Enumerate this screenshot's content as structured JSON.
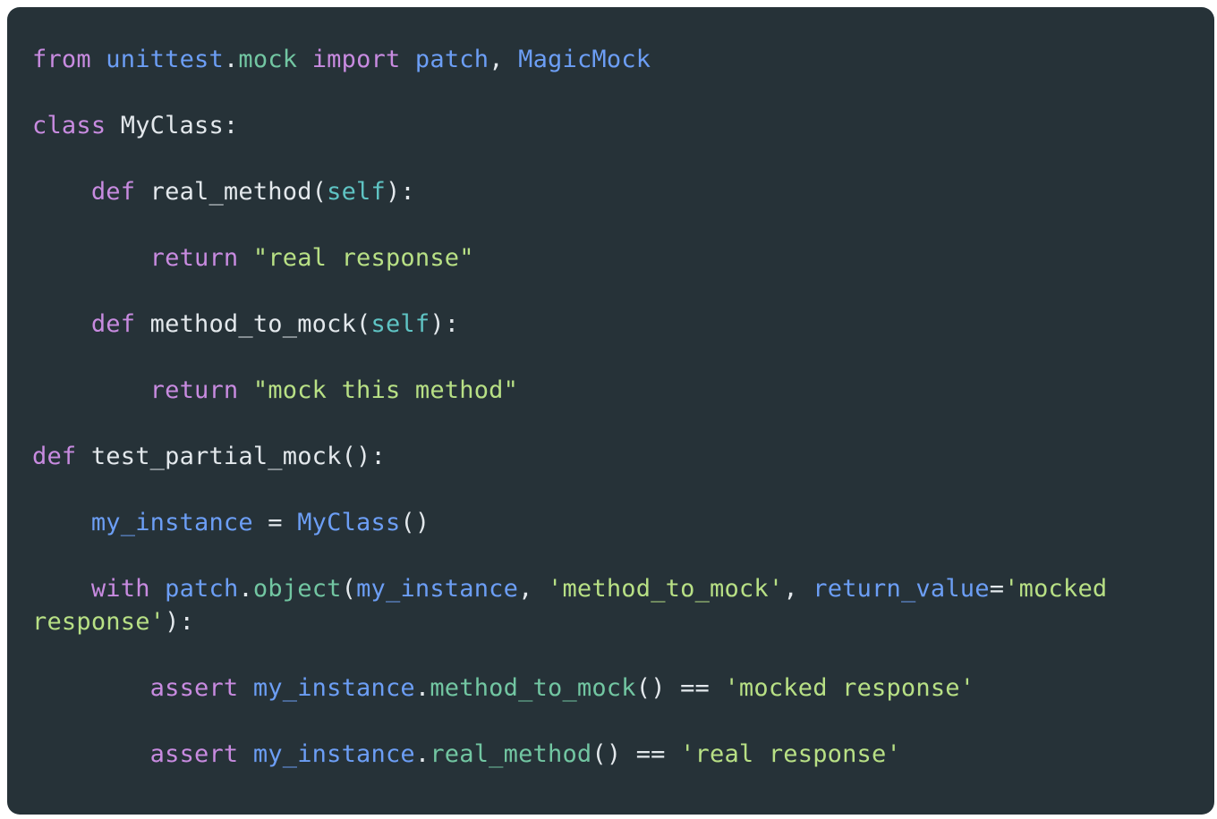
{
  "panel": {
    "background": "#263238",
    "page_background": "#ffffff",
    "language": "python"
  },
  "colors": {
    "keyword": "#c88be0",
    "identifier": "#6c9ef5",
    "property": "#72c6a2",
    "self_param": "#5fc4c4",
    "string": "#b8e085",
    "plain": "#e3e8ec"
  },
  "code": {
    "lines": [
      [
        [
          "kw",
          "from"
        ],
        [
          "pl",
          " "
        ],
        [
          "id",
          "unittest"
        ],
        [
          "pl",
          "."
        ],
        [
          "at",
          "mock"
        ],
        [
          "pl",
          " "
        ],
        [
          "kw",
          "import"
        ],
        [
          "pl",
          " "
        ],
        [
          "id",
          "patch"
        ],
        [
          "pl",
          ", "
        ],
        [
          "id",
          "MagicMock"
        ]
      ],
      [],
      [
        [
          "kw",
          "class"
        ],
        [
          "pl",
          " MyClass:"
        ]
      ],
      [],
      [
        [
          "pl",
          "    "
        ],
        [
          "kw",
          "def"
        ],
        [
          "pl",
          " real_method("
        ],
        [
          "sf",
          "self"
        ],
        [
          "pl",
          "):"
        ]
      ],
      [],
      [
        [
          "pl",
          "        "
        ],
        [
          "kw",
          "return"
        ],
        [
          "pl",
          " "
        ],
        [
          "st",
          "\"real response\""
        ]
      ],
      [],
      [
        [
          "pl",
          "    "
        ],
        [
          "kw",
          "def"
        ],
        [
          "pl",
          " method_to_mock("
        ],
        [
          "sf",
          "self"
        ],
        [
          "pl",
          "):"
        ]
      ],
      [],
      [
        [
          "pl",
          "        "
        ],
        [
          "kw",
          "return"
        ],
        [
          "pl",
          " "
        ],
        [
          "st",
          "\"mock this method\""
        ]
      ],
      [],
      [
        [
          "kw",
          "def"
        ],
        [
          "pl",
          " test_partial_mock():"
        ]
      ],
      [],
      [
        [
          "pl",
          "    "
        ],
        [
          "id",
          "my_instance"
        ],
        [
          "pl",
          " = "
        ],
        [
          "id",
          "MyClass"
        ],
        [
          "pl",
          "()"
        ]
      ],
      [],
      [
        [
          "pl",
          "    "
        ],
        [
          "kw",
          "with"
        ],
        [
          "pl",
          " "
        ],
        [
          "id",
          "patch"
        ],
        [
          "pl",
          "."
        ],
        [
          "at",
          "object"
        ],
        [
          "pl",
          "("
        ],
        [
          "id",
          "my_instance"
        ],
        [
          "pl",
          ", "
        ],
        [
          "st",
          "'method_to_mock'"
        ],
        [
          "pl",
          ", "
        ],
        [
          "id",
          "return_value"
        ],
        [
          "pl",
          "="
        ],
        [
          "st",
          "'mocked response'"
        ],
        [
          "pl",
          "):"
        ]
      ],
      [],
      [
        [
          "pl",
          "        "
        ],
        [
          "kw",
          "assert"
        ],
        [
          "pl",
          " "
        ],
        [
          "id",
          "my_instance"
        ],
        [
          "pl",
          "."
        ],
        [
          "at",
          "method_to_mock"
        ],
        [
          "pl",
          "() == "
        ],
        [
          "st",
          "'mocked response'"
        ]
      ],
      [],
      [
        [
          "pl",
          "        "
        ],
        [
          "kw",
          "assert"
        ],
        [
          "pl",
          " "
        ],
        [
          "id",
          "my_instance"
        ],
        [
          "pl",
          "."
        ],
        [
          "at",
          "real_method"
        ],
        [
          "pl",
          "() == "
        ],
        [
          "st",
          "'real response'"
        ]
      ]
    ]
  }
}
